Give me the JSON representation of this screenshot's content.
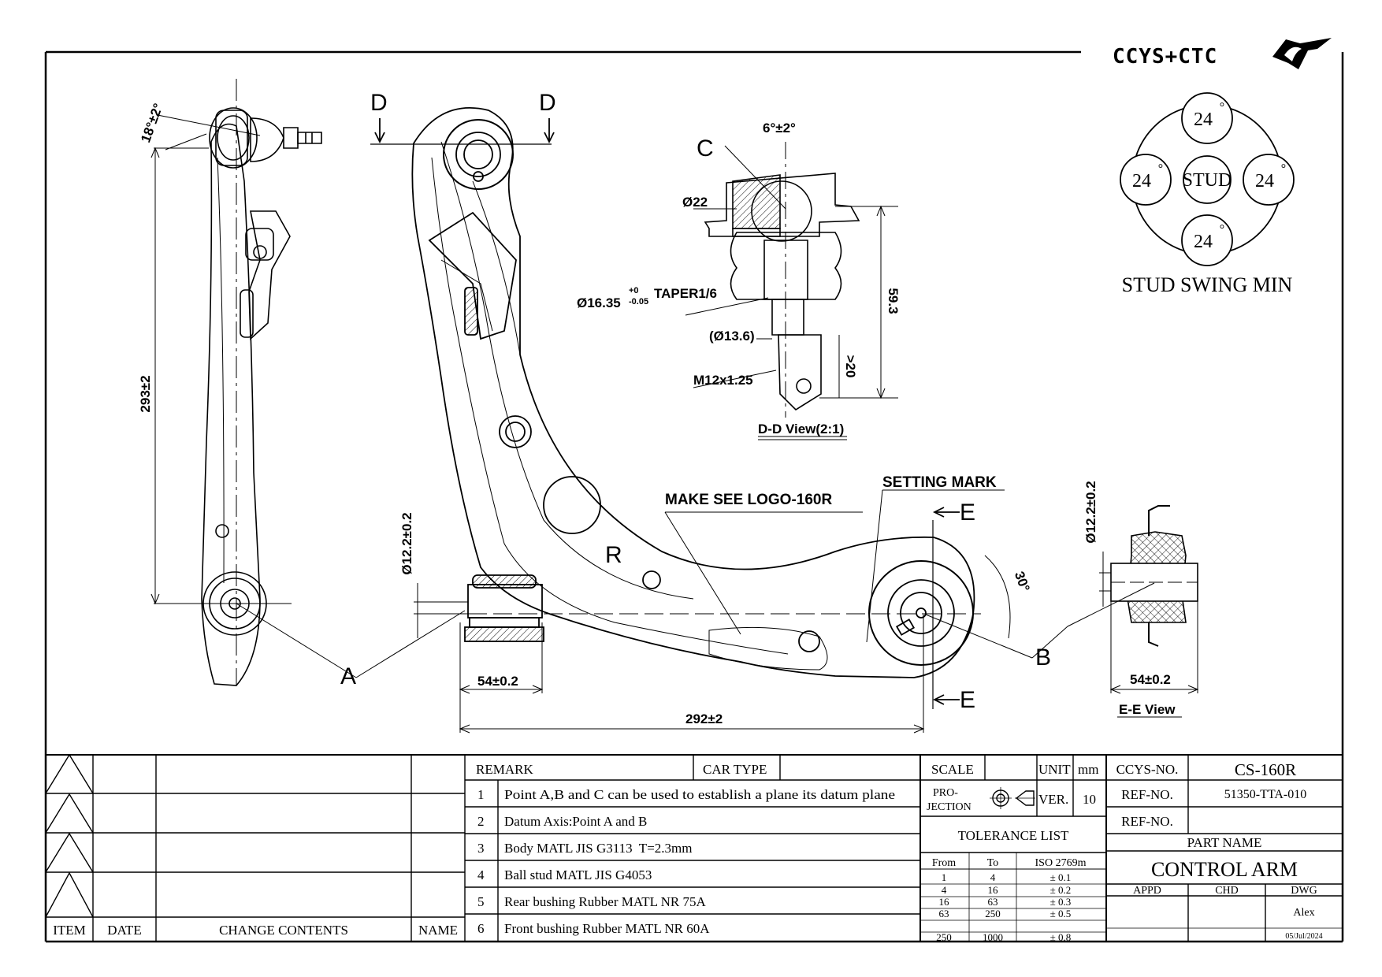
{
  "logo": {
    "brand": "CCYS+CTC"
  },
  "stud_swing": {
    "title": "STUD SWING MIN",
    "center": "STUD",
    "top": "24",
    "left": "24",
    "right": "24",
    "bottom": "24",
    "unit": "°"
  },
  "views": {
    "side": {
      "height": "293±2",
      "angle": "18°±2°"
    },
    "main": {
      "section_left": "D",
      "section_right": "D",
      "width": "292±2",
      "bushing_a_width": "54±0.2",
      "bushing_a_dia": "Ø12.2±0.2",
      "side_label": "R",
      "logo_note": "MAKE SEE LOGO-160R",
      "setting_mark": "SETTING MARK",
      "point_a": "A",
      "point_b": "B",
      "section_e_top": "E",
      "section_e_bottom": "E",
      "angle_b": "30°"
    },
    "detail": {
      "label_c": "C",
      "angle": "6°±2°",
      "dia_top": "Ø22",
      "taper_dia": "Ø16.35",
      "taper_tol_upper": "+0",
      "taper_tol_lower": "-0.05",
      "taper": "TAPER1/6",
      "dia_small": "(Ø13.6)",
      "thread": "M12x1.25",
      "length": "59.3",
      "thread_len": ">20",
      "caption": "D-D View(2:1)"
    },
    "section_e": {
      "dia": "Ø12.2±0.2",
      "width": "54±0.2",
      "caption": "E-E View"
    }
  },
  "revision_table": {
    "headers": [
      "ITEM",
      "DATE",
      "CHANGE CONTENTS",
      "NAME"
    ]
  },
  "remarks": {
    "header": "REMARK",
    "car_type_label": "CAR TYPE",
    "car_type": "",
    "items": [
      {
        "no": "1",
        "text": "Point A,B and C can be used to establish a plane its datum plane"
      },
      {
        "no": "2",
        "text": "Datum Axis:Point A and B"
      },
      {
        "no": "3",
        "text": "Body MATL JIS G3113  T=2.3mm"
      },
      {
        "no": "4",
        "text": "Ball stud MATL JIS G4053"
      },
      {
        "no": "5",
        "text": "Rear bushing Rubber MATL NR 75A"
      },
      {
        "no": "6",
        "text": "Front bushing Rubber MATL NR 60A"
      }
    ]
  },
  "title_block": {
    "scale_label": "SCALE",
    "scale": "",
    "unit_label": "UNIT",
    "unit": "mm",
    "projection_label_1": "PRO-",
    "projection_label_2": "JECTION",
    "ver_label": "VER.",
    "ver": "10",
    "tolerance_title": "TOLERANCE LIST",
    "tolerance_headers": [
      "From",
      "To",
      "ISO 2769m"
    ],
    "tolerance_rows": [
      [
        "1",
        "4",
        "± 0.1"
      ],
      [
        "4",
        "16",
        "± 0.2"
      ],
      [
        "16",
        "63",
        "± 0.3"
      ],
      [
        "63",
        "250",
        "± 0.5"
      ],
      [
        "250",
        "1000",
        "± 0.8"
      ]
    ],
    "ccys_no_label": "CCYS-NO.",
    "ccys_no": "CS-160R",
    "ref_no_label": "REF-NO.",
    "ref_no": "51350-TTA-010",
    "ref_no_label_2": "REF-NO.",
    "ref_no_2": "",
    "part_name_label": "PART NAME",
    "part_name": "CONTROL ARM",
    "appd_label": "APPD",
    "chd_label": "CHD",
    "dwg_label": "DWG",
    "dwg_by": "Alex",
    "date": "05/Jul/2024"
  }
}
